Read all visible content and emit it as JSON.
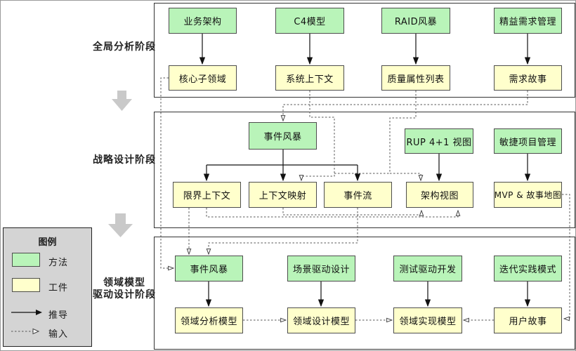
{
  "stage1": {
    "label": "全局分析阶段",
    "methods": [
      "业务架构",
      "C4模型",
      "RAID风暴",
      "精益需求管理"
    ],
    "artifacts": [
      "核心子领域",
      "系统上下文",
      "质量属性列表",
      "需求故事"
    ]
  },
  "stage2": {
    "label": "战略设计阶段",
    "methods": [
      "事件风暴",
      "RUP 4+1 视图",
      "敏捷项目管理"
    ],
    "artifacts": [
      "限界上下文",
      "上下文映射",
      "事件流",
      "架构视图",
      "MVP & 故事地图"
    ]
  },
  "stage3": {
    "label1": "领域模型",
    "label2": "驱动设计阶段",
    "methods": [
      "事件风暴",
      "场景驱动设计",
      "测试驱动开发",
      "迭代实践模式"
    ],
    "artifacts": [
      "领域分析模型",
      "领域设计模型",
      "领域实现模型",
      "用户故事"
    ]
  },
  "legend": {
    "title": "图例",
    "method": "方法",
    "artifact": "工件",
    "derive": "推导",
    "input": "输入"
  },
  "colors": {
    "method_fill": "#b9f4b9",
    "artifact_fill": "#ffffcc",
    "legend_bg": "#d4d4d4",
    "node_border": "#4d4d4d",
    "container_border": "#333333",
    "stage_arrow_fill": "#c9c9c9"
  },
  "edges": {
    "derive": [
      "业务架构→核心子领域",
      "C4模型→系统上下文",
      "RAID风暴→质量属性列表",
      "精益需求管理→需求故事",
      "事件风暴②→限界上下文",
      "事件风暴②→上下文映射",
      "事件风暴②→事件流",
      "RUP 4+1 视图→架构视图",
      "敏捷项目管理→MVP & 故事地图",
      "事件风暴③→领域分析模型",
      "场景驱动设计→领域设计模型",
      "测试驱动开发→领域实现模型",
      "迭代实践模式→用户故事"
    ],
    "input": [
      "核心子领域→事件风暴③",
      "需求故事→事件风暴②",
      "系统上下文→上下文映射",
      "系统上下文→架构视图",
      "质量属性列表→架构视图",
      "限界上下文→事件风暴③",
      "限界上下文→架构视图",
      "上下文映射→架构视图",
      "事件流→事件风暴③",
      "MVP & 故事地图→用户故事",
      "领域分析模型→领域设计模型",
      "领域设计模型→领域实现模型",
      "用户故事→领域实现模型"
    ]
  }
}
